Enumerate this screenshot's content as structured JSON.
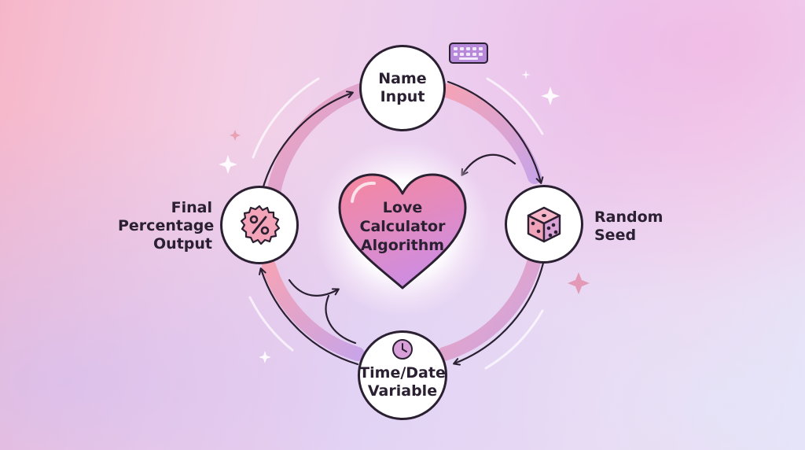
{
  "center": {
    "lines": [
      "Love",
      "Calculator",
      "Algorithm"
    ]
  },
  "nodes": {
    "name_input": {
      "lines": [
        "Name",
        "Input"
      ]
    },
    "random_seed": {
      "lines": [
        "Random",
        "Seed"
      ]
    },
    "time_date": {
      "lines": [
        "Time/Date",
        "Variable"
      ]
    },
    "final_output": {
      "lines": [
        "Final",
        "Percentage",
        "Output"
      ]
    }
  },
  "icons": {
    "name_input": "keyboard-icon",
    "random_seed": "dice-icon",
    "time_date": "clock-icon",
    "final_output": "percent-badge-icon"
  },
  "colors": {
    "ring_pink": "#f4a3b6",
    "ring_purple": "#c9a4e6",
    "heart_top": "#f7879d",
    "heart_bottom": "#cf8de0",
    "outline": "#2b2032"
  }
}
